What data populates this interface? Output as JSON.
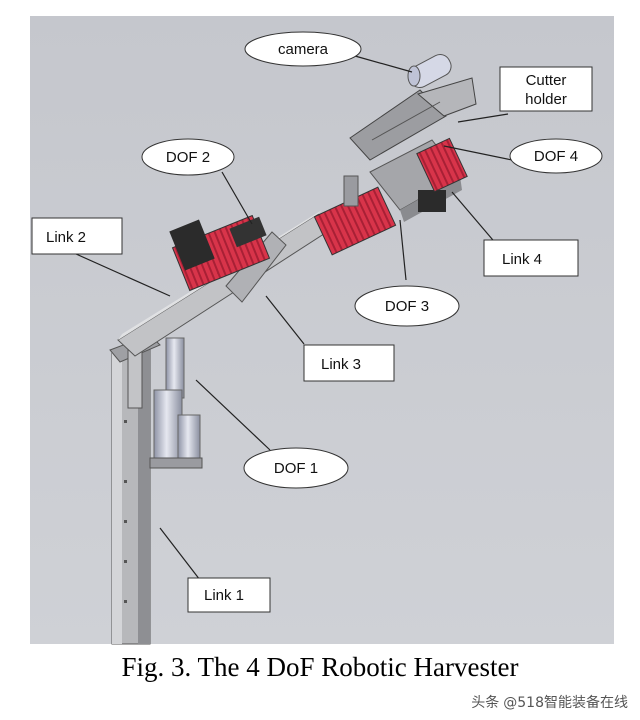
{
  "diagram": {
    "labels": {
      "camera": "camera",
      "cutter_holder_line1": "Cutter",
      "cutter_holder_line2": "holder",
      "dof2": "DOF 2",
      "dof4": "DOF 4",
      "link2": "Link 2",
      "link4": "Link 4",
      "dof3": "DOF 3",
      "link3": "Link 3",
      "dof1": "DOF 1",
      "link1": "Link 1"
    },
    "colors": {
      "background": "#c9cbd1",
      "motor_red": "#d8344a",
      "motor_dark": "#2b2b2b",
      "metal": "#a9aaad",
      "label_fill": "#ffffff"
    }
  },
  "caption": "Fig. 3. The 4 DoF Robotic Harvester",
  "watermark": {
    "source": "头条",
    "handle": "@518智能装备在线"
  }
}
